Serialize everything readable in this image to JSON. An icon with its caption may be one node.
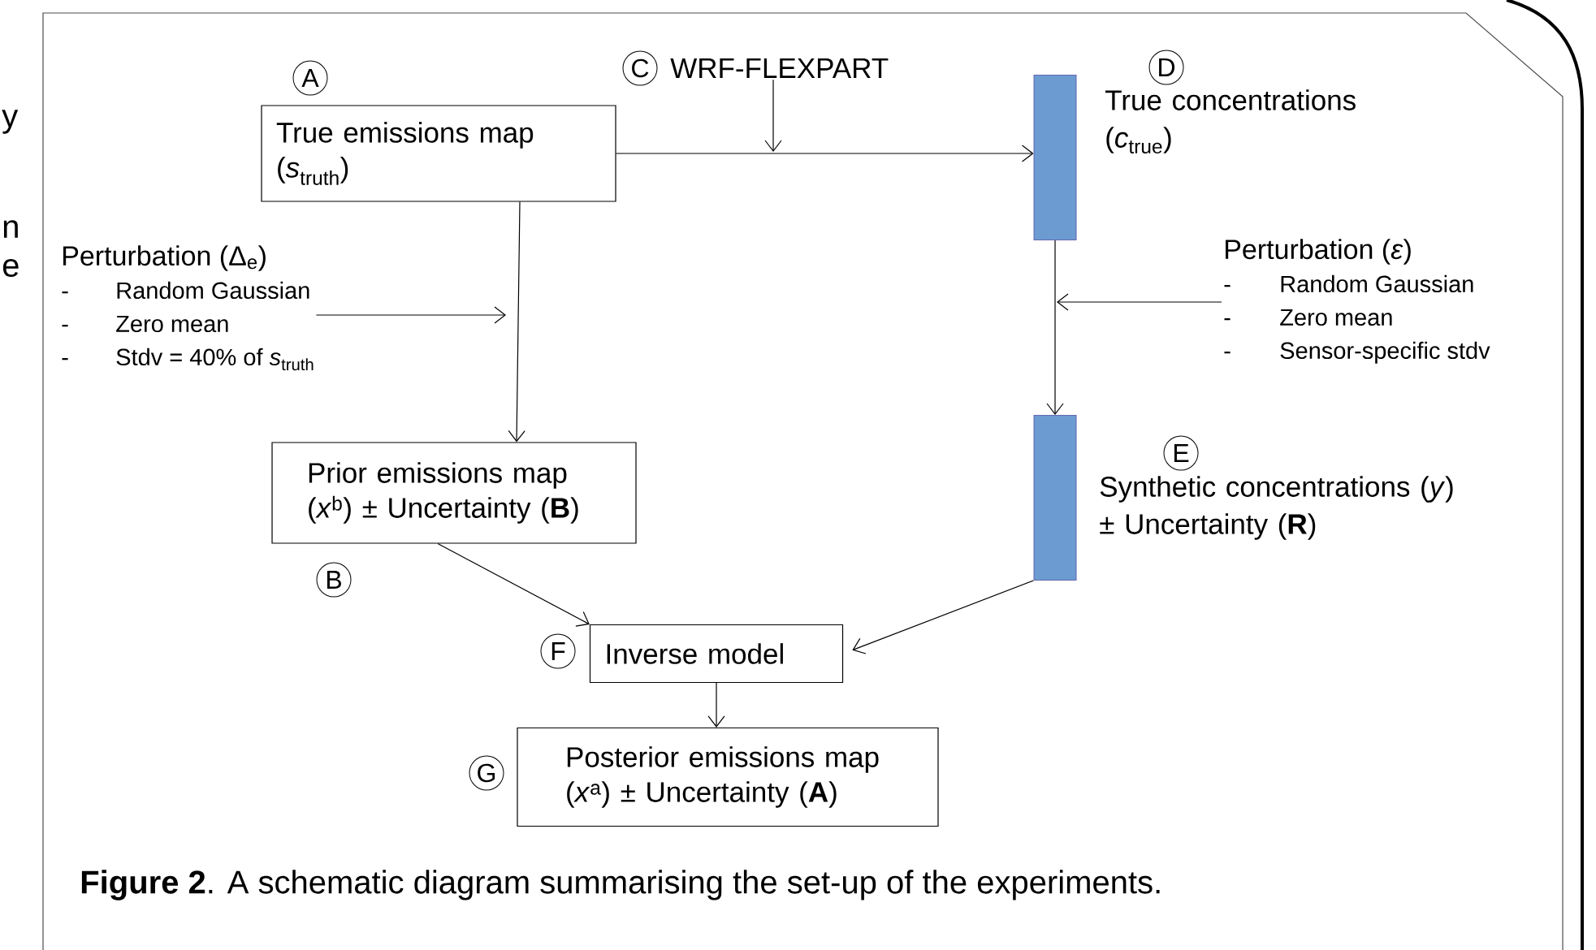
{
  "diagram": {
    "caption": "**Figure 2**.  A schematic diagram summarising the set-up of the experiments.",
    "nodes": [
      {
        "text": [
          "True emissions map (*s*$_{truth}$)"
        ],
        "beside": [
          "A"
        ]
      },
      {
        "text": [
          "WRF-FLEXPART"
        ],
        "beside": [
          "C"
        ]
      },
      {
        "text": [],
        "shape": "bar",
        "beside": [
          "D",
          "True concentrations (*c*$_{true}$)"
        ]
      },
      {
        "text": [
          "Perturbation (Δ$_{e}$)",
          "-",
          "Random Gaussian",
          "-",
          "Zero mean",
          "-",
          "Stdv = 40% of *s*$_{truth}$"
        ]
      },
      {
        "text": [
          "Prior emissions map (*x*$^{b}$) ± Uncertainty (**B**)"
        ],
        "beside": [
          "B"
        ]
      },
      {
        "text": [
          "Perturbation (*ε*)",
          "-",
          "Random Gaussian",
          "-",
          "Zero mean",
          "-",
          "Sensor-specific stdv"
        ]
      },
      {
        "text": [],
        "shape": "bar",
        "beside": [
          "E",
          "Synthetic concentrations (*y*) ± Uncertainty (**R**)"
        ]
      },
      {
        "text": [
          "Inverse model"
        ],
        "beside": [
          "F"
        ]
      },
      {
        "text": [
          "Posterior emissions map (*x*$^{a}$) ± Uncertainty (**A**)"
        ],
        "beside": [
          "G"
        ]
      }
    ],
    "edges": [
      {
        "from": 0,
        "to": 2,
        "arrow": "to"
      },
      {
        "from": 1,
        "to": null,
        "arrow": "to"
      },
      {
        "from": 0,
        "to": 4,
        "arrow": "to"
      },
      {
        "from": 3,
        "to": null,
        "arrow": "to"
      },
      {
        "from": 2,
        "to": 6,
        "arrow": "to"
      },
      {
        "from": 5,
        "to": null,
        "arrow": "to"
      },
      {
        "from": 4,
        "to": 7,
        "arrow": "to"
      },
      {
        "from": 6,
        "to": 7,
        "arrow": "to"
      },
      {
        "from": 7,
        "to": 8,
        "arrow": "to"
      }
    ],
    "labels": [
      "y",
      "n",
      "e"
    ]
  }
}
